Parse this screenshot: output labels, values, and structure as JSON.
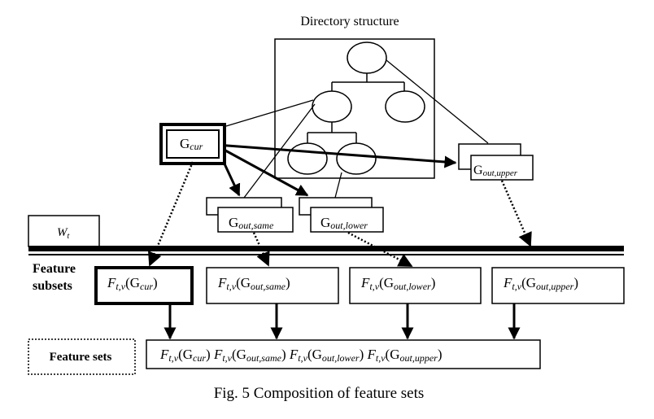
{
  "title": "Directory structure",
  "caption": "Fig. 5 Composition of feature sets",
  "colors": {
    "ink": "#000000",
    "paper": "#ffffff"
  },
  "nodes": {
    "g_cur": {
      "base": "G",
      "sub": "cur"
    },
    "g_same": {
      "base": "G",
      "sub": "out,same"
    },
    "g_lower": {
      "base": "G",
      "sub": "out,lower"
    },
    "g_upper": {
      "base": "G",
      "sub": "out,upper"
    }
  },
  "window": {
    "base": "W",
    "sub": "t"
  },
  "feature_subsets_label": [
    "Feature",
    "subsets"
  ],
  "feature_sets_label": "Feature sets",
  "func": {
    "base": "F",
    "sub": "t,v"
  },
  "subsets": [
    {
      "arg_base": "G",
      "arg_sub": "cur",
      "highlighted": true
    },
    {
      "arg_base": "G",
      "arg_sub": "out,same",
      "highlighted": false
    },
    {
      "arg_base": "G",
      "arg_sub": "out,lower",
      "highlighted": false
    },
    {
      "arg_base": "G",
      "arg_sub": "out,upper",
      "highlighted": false
    }
  ]
}
